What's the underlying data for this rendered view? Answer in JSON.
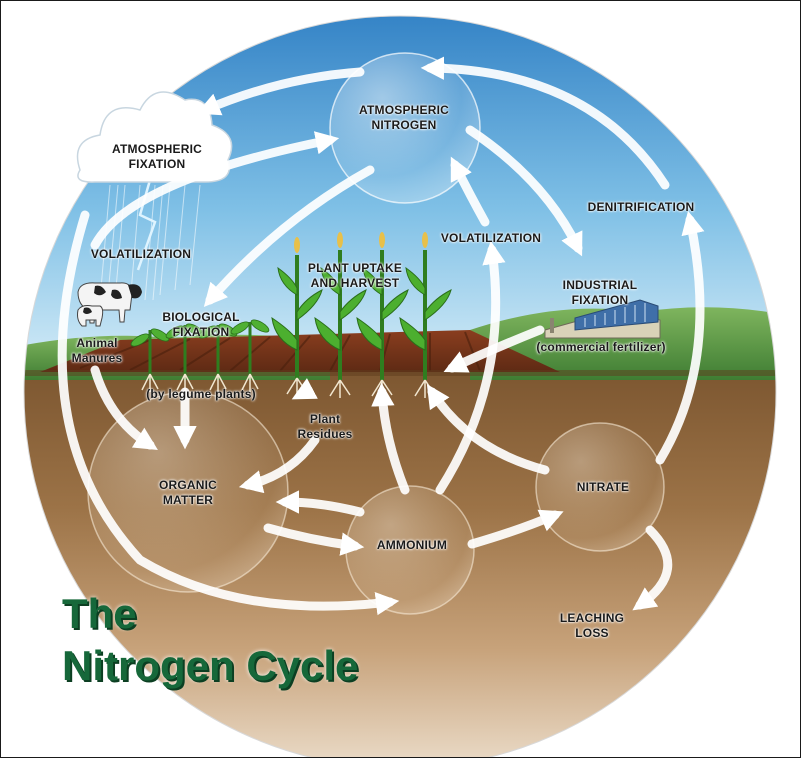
{
  "labels": {
    "atmospheric_nitrogen": [
      "ATMOSPHERIC",
      "NITROGEN"
    ],
    "atmospheric_fixation": [
      "ATMOSPHERIC",
      "FIXATION"
    ],
    "volatilization_left": "VOLATILIZATION",
    "volatilization_right": "VOLATILIZATION",
    "denitrification": "DENITRIFICATION",
    "plant_uptake": [
      "PLANT UPTAKE",
      "AND HARVEST"
    ],
    "industrial_fixation": [
      "INDUSTRIAL",
      "FIXATION"
    ],
    "commercial_fertilizer": "(commercial fertilizer)",
    "biological_fixation": [
      "BIOLOGICAL",
      "FIXATION"
    ],
    "legume_plants": "(by legume plants)",
    "animal_manures": [
      "Animal",
      "Manures"
    ],
    "plant_residues": [
      "Plant",
      "Residues"
    ],
    "organic_matter": [
      "ORGANIC",
      "MATTER"
    ],
    "ammonium": "AMMONIUM",
    "nitrate": "NITRATE",
    "leaching_loss": [
      "LEACHING",
      "LOSS"
    ]
  },
  "title": {
    "line1": "The",
    "line2": "Nitrogen Cycle"
  },
  "colors": {
    "sky_top": "#2f7fc4",
    "sky_bottom": "#d9eef8",
    "hills": "#5f9a48",
    "soil_top": "#7c5630",
    "soil_bottom": "#e6d3bd",
    "title": "#16683a",
    "arrow": "#ffffff"
  }
}
